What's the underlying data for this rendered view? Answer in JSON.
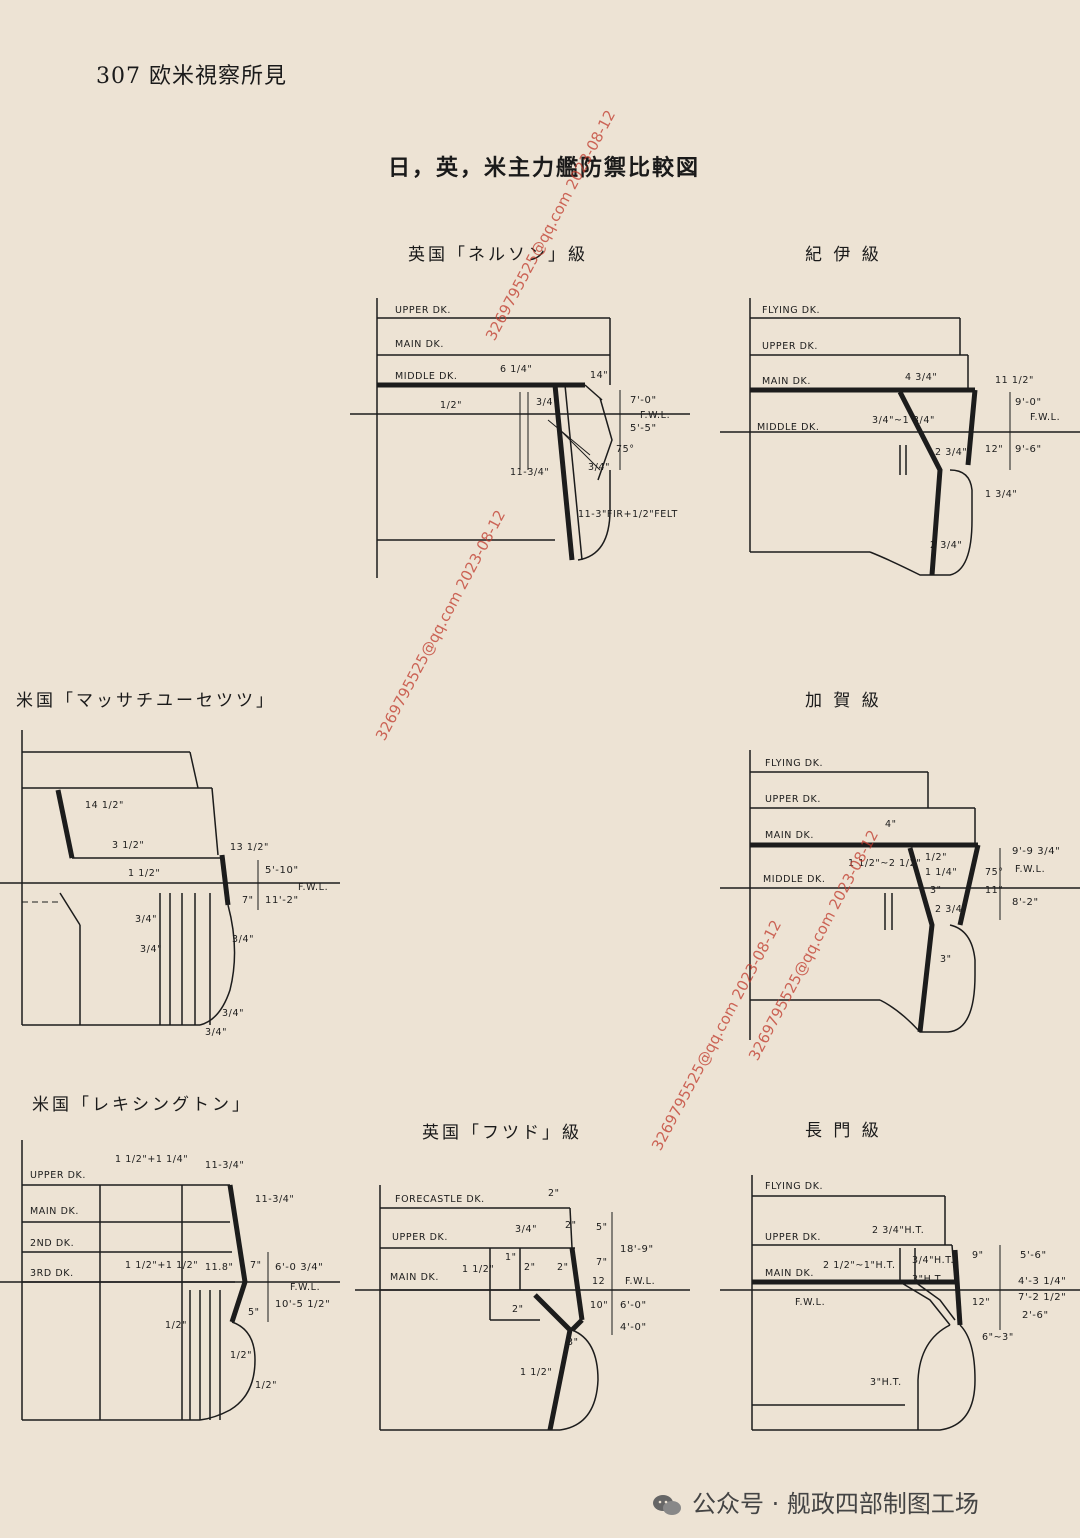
{
  "page": {
    "header": "307 欧米視察所見",
    "title": "日，英，米主力艦防禦比較図"
  },
  "panels": {
    "nelson": {
      "title": "英国「ネルソン」級",
      "decks": [
        "UPPER DK.",
        "MAIN DK.",
        "MIDDLE DK."
      ],
      "dims": [
        "6 1/4\"",
        "14\"",
        "1/2\"",
        "3/4\"",
        "7'-0\"",
        "5'-5\"",
        "75°",
        "3/4\"",
        "11-3/4\"",
        "11-3\"FIR+1/2\"FELT"
      ],
      "fwl": "F.W.L."
    },
    "kii": {
      "title": "紀 伊 級",
      "decks": [
        "FLYING DK.",
        "UPPER DK.",
        "MAIN DK.",
        "MIDDLE DK."
      ],
      "dims": [
        "4 3/4\"",
        "11 1/2\"",
        "3/4\"~1 3/4\"",
        "9'-0\"",
        "12\"",
        "2 3/4\"",
        "9'-6\"",
        "1 3/4\"",
        "2 3/4\""
      ],
      "fwl": "F.W.L."
    },
    "massachusetts": {
      "title": "米国「マッサチユーセツツ」",
      "dims": [
        "14 1/2\"",
        "3 1/2\"",
        "13 1/2\"",
        "1 1/2\"",
        "5'-10\"",
        "7\"",
        "11'-2\"",
        "3/4\"",
        "3/4\"",
        "3/4\"",
        "3/4\"",
        "3/4\""
      ],
      "fwl": "F.W.L."
    },
    "kaga": {
      "title": "加 賀 級",
      "decks": [
        "FLYING DK.",
        "UPPER DK.",
        "MAIN DK.",
        "MIDDLE DK."
      ],
      "dims": [
        "4\"",
        "1 1/2\"~2 1/2\"",
        "1/2\"",
        "1 1/4\"",
        "9'-9 3/4\"",
        "75°",
        "11\"",
        "3\"",
        "2 3/4\"",
        "8'-2\"",
        "3\""
      ],
      "fwl": "F.W.L."
    },
    "lexington": {
      "title": "米国「レキシングトン」",
      "decks": [
        "UPPER DK.",
        "MAIN DK.",
        "2ND DK.",
        "3RD DK."
      ],
      "dims": [
        "1 1/2\"+1 1/4\"",
        "11-3/4\"",
        "11-3/4\"",
        "1 1/2\"+1 1/2\"",
        "11.8\"",
        "7\"",
        "6'-0 3/4\"",
        "10'-5 1/2\"",
        "5\"",
        "1/2\"",
        "1/2\"",
        "1/2\""
      ],
      "fwl": "F.W.L."
    },
    "hood": {
      "title": "英国「フツド」級",
      "decks": [
        "FORECASTLE DK.",
        "UPPER DK.",
        "MAIN DK."
      ],
      "dims": [
        "2\"",
        "2\"",
        "5\"",
        "3/4\"",
        "1\"",
        "2\"",
        "2\"",
        "7\"",
        "18'-9\"",
        "1 1/2\"",
        "12",
        "2\"",
        "10\"",
        "6'-0\"",
        "4'-0\"",
        "3\"",
        "1 1/2\""
      ],
      "fwl": "F.W.L."
    },
    "nagato": {
      "title": "長 門 級",
      "decks": [
        "FLYING DK.",
        "UPPER DK.",
        "MAIN DK."
      ],
      "dims": [
        "2 3/4\"H.T.",
        "2 1/2\"~1\"H.T.",
        "3/4\"H.T.",
        "3\"H.T.",
        "9\"",
        "5'-6\"",
        "4'-3 1/4\"",
        "12\"",
        "7'-2 1/2\"",
        "2'-6\"",
        "6\"~3\"",
        "3\"H.T."
      ],
      "fwl": "F.W.L."
    }
  },
  "watermarks": [
    "3269795525@qq.com 2023-08-12",
    "3269795525@qq.com 2023-08-12",
    "3269795525@qq.com 2023-08-12",
    "3269795525@qq.com 2023-08-12"
  ],
  "footer": {
    "text": "公众号 · 舰政四部制图工场",
    "icon": "wechat-icon"
  }
}
